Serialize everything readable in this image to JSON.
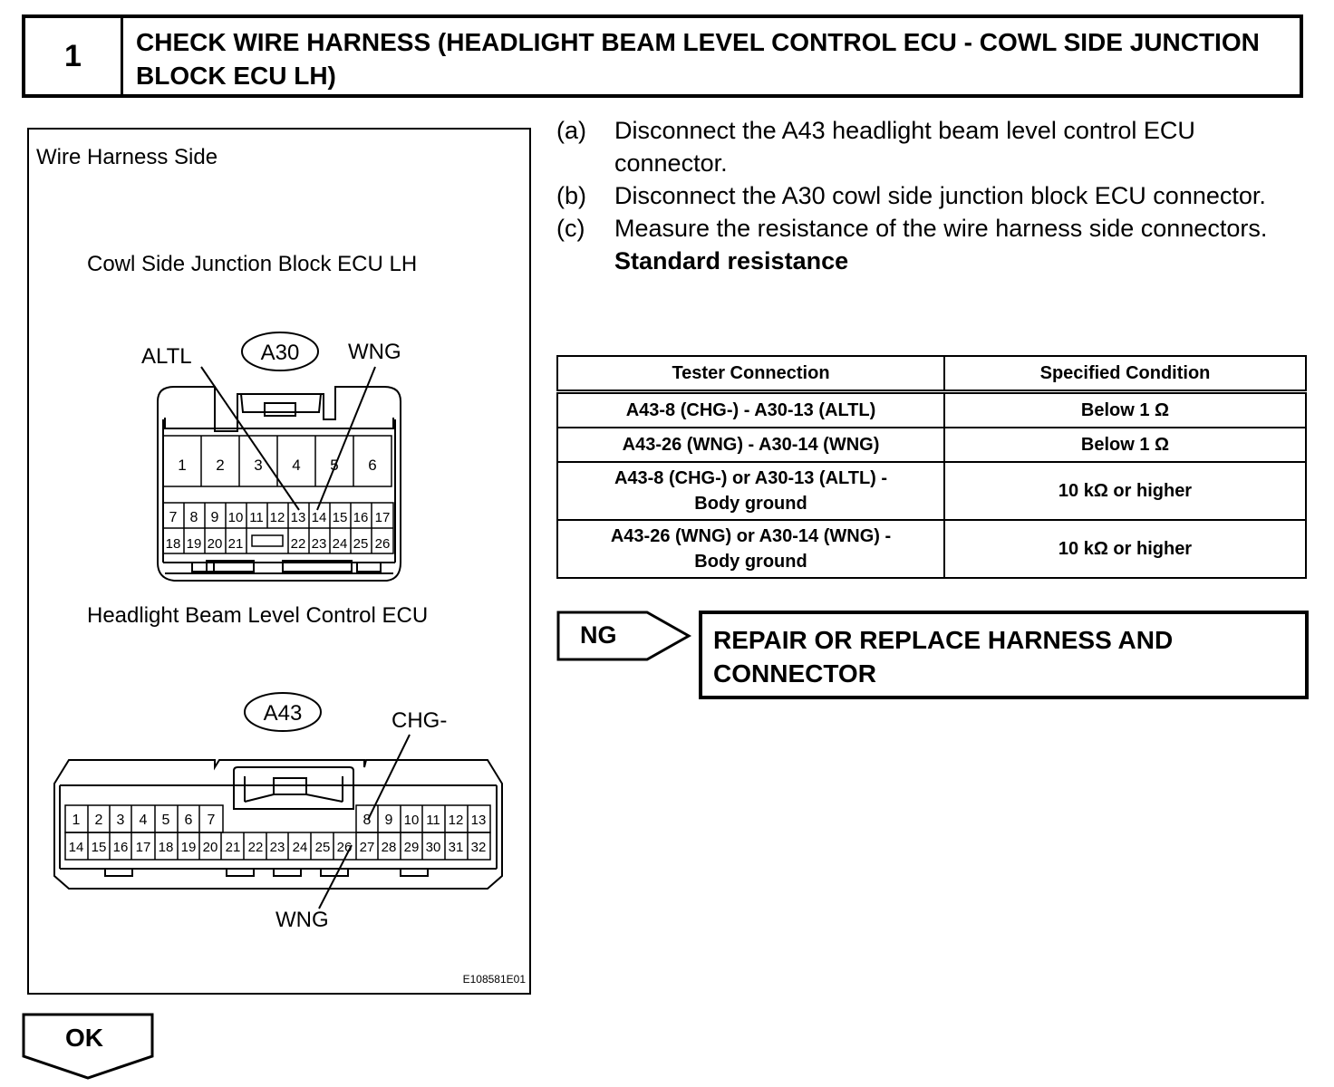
{
  "step": {
    "number": "1",
    "title": "CHECK WIRE HARNESS (HEADLIGHT BEAM LEVEL CONTROL ECU - COWL SIDE JUNCTION BLOCK ECU LH)"
  },
  "figure": {
    "heading": "Wire Harness Side",
    "connector_a30": {
      "name": "Cowl Side Junction Block ECU LH",
      "code": "A30",
      "labels": {
        "left": "ALTL",
        "right": "WNG"
      },
      "top_row": [
        "1",
        "2",
        "3",
        "4",
        "5",
        "6"
      ],
      "middle_row": [
        "7",
        "8",
        "9",
        "10",
        "11",
        "12",
        "13",
        "14",
        "15",
        "16",
        "17"
      ],
      "bottom_row_left": [
        "18",
        "19",
        "20",
        "21"
      ],
      "bottom_row_right": [
        "22",
        "23",
        "24",
        "25",
        "26"
      ]
    },
    "connector_a43": {
      "name": "Headlight Beam Level Control ECU",
      "code": "A43",
      "labels": {
        "top": "CHG-",
        "bottom": "WNG"
      },
      "top_row_left": [
        "1",
        "2",
        "3",
        "4",
        "5",
        "6",
        "7"
      ],
      "top_row_right": [
        "8",
        "9",
        "10",
        "11",
        "12",
        "13"
      ],
      "bottom_row": [
        "14",
        "15",
        "16",
        "17",
        "18",
        "19",
        "20",
        "21",
        "22",
        "23",
        "24",
        "25",
        "26",
        "27",
        "28",
        "29",
        "30",
        "31",
        "32"
      ]
    },
    "image_code": "E108581E01"
  },
  "instructions": [
    {
      "label": "(a)",
      "text": "Disconnect the A43 headlight beam level control ECU connector."
    },
    {
      "label": "(b)",
      "text": "Disconnect the A30 cowl side junction block ECU connector."
    },
    {
      "label": "(c)",
      "text": "Measure the resistance of the wire harness side connectors."
    }
  ],
  "standard_label": "Standard resistance",
  "table": {
    "headers": [
      "Tester Connection",
      "Specified Condition"
    ],
    "rows": [
      {
        "connection": "A43-8 (CHG-) - A30-13 (ALTL)",
        "condition": "Below 1 Ω"
      },
      {
        "connection": "A43-26 (WNG) - A30-14 (WNG)",
        "condition": "Below 1 Ω"
      },
      {
        "connection_line1": "A43-8 (CHG-) or A30-13 (ALTL) -",
        "connection_line2": "Body ground",
        "condition": "10 kΩ or higher"
      },
      {
        "connection_line1": "A43-26 (WNG) or A30-14 (WNG) -",
        "connection_line2": "Body ground",
        "condition": "10 kΩ or higher"
      }
    ]
  },
  "ng": {
    "label": "NG",
    "result": "REPAIR OR REPLACE HARNESS AND CONNECTOR"
  },
  "ok": {
    "label": "OK"
  }
}
